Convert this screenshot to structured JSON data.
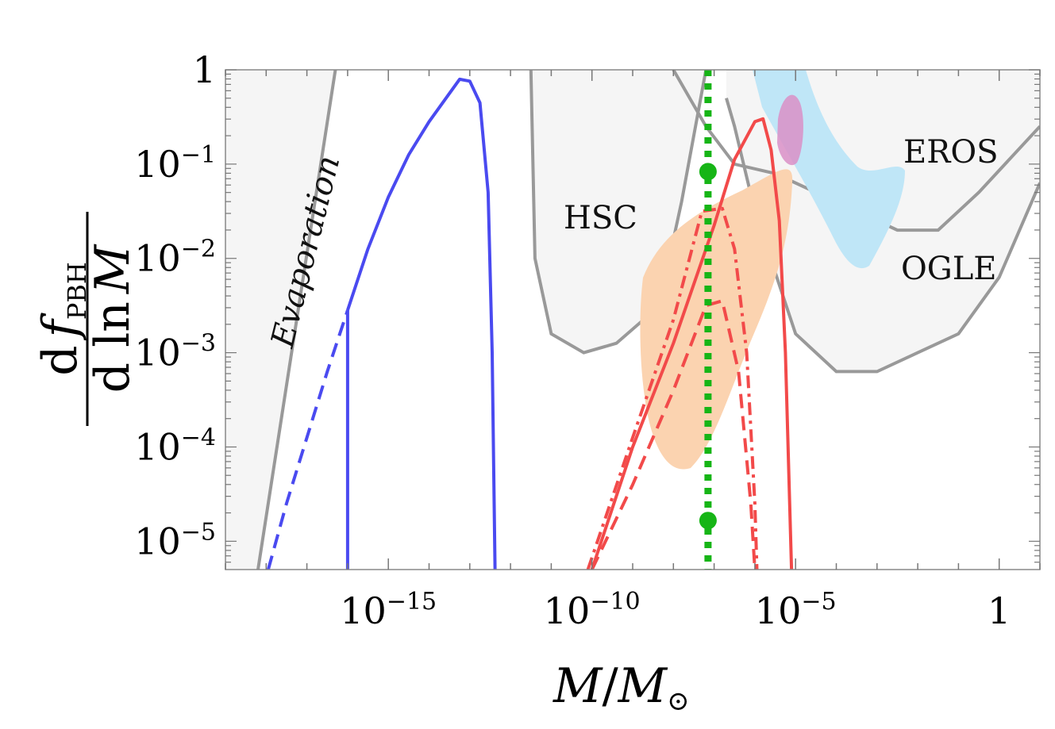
{
  "chart_data": {
    "type": "line",
    "xlabel_parts": {
      "num": "M",
      "slash": "/",
      "den": "M",
      "sub": "⊙"
    },
    "ylabel_parts": {
      "top_d": "d",
      "top_f": "f",
      "top_sub": "PBH",
      "bottom": "d ln",
      "bottom_var": "M"
    },
    "xscale": "log",
    "yscale": "log",
    "xlim_log10": [
      -19,
      1
    ],
    "ylim_log10": [
      -5.3,
      0
    ],
    "x_tick_labels": [
      {
        "log10": -15,
        "base": "10",
        "exp": "−15"
      },
      {
        "log10": -10,
        "base": "10",
        "exp": "−10"
      },
      {
        "log10": -5,
        "base": "10",
        "exp": "−5"
      },
      {
        "log10": 0,
        "base": "1",
        "exp": ""
      }
    ],
    "y_tick_labels": [
      {
        "log10": 0,
        "base": "1",
        "exp": ""
      },
      {
        "log10": -1,
        "base": "10",
        "exp": "−1"
      },
      {
        "log10": -2,
        "base": "10",
        "exp": "−2"
      },
      {
        "log10": -3,
        "base": "10",
        "exp": "−3"
      },
      {
        "log10": -4,
        "base": "10",
        "exp": "−4"
      },
      {
        "log10": -5,
        "base": "10",
        "exp": "−5"
      }
    ],
    "region_labels": {
      "evaporation": "Evaporation",
      "hsc": "HSC",
      "eros": "EROS",
      "ogle": "OGLE"
    },
    "colors": {
      "blue": "#4a4af0",
      "red": "#f24a4a",
      "green": "#16b516",
      "gray_line": "#999999",
      "gray_fill": "#f5f5f5",
      "orange_fill": "#fbd3b0",
      "cyan_fill": "#bfe6f7",
      "pink_fill": "#d98fc7"
    },
    "constraints": {
      "evaporation": {
        "x": [
          -18.2,
          -16.3
        ],
        "y": [
          -5.3,
          0
        ]
      },
      "hsc": {
        "x": [
          -11.5,
          -11.4,
          -11.0,
          -10.2,
          -9.4,
          -8.6,
          -8.2,
          -7.8,
          -7.2
        ],
        "y": [
          0,
          -2.0,
          -2.8,
          -3.0,
          -2.9,
          -2.6,
          -2.2,
          -1.4,
          0
        ]
      },
      "ogle": {
        "x": [
          -6.7,
          -6.5,
          -6.0,
          -5.0,
          -4.0,
          -3.0,
          -2.0,
          -1.0,
          0,
          1.0
        ],
        "y": [
          -0.3,
          -0.6,
          -1.5,
          -2.8,
          -3.2,
          -3.2,
          -3.0,
          -2.8,
          -2.2,
          -1.2
        ]
      },
      "eros": {
        "x": [
          -8.0,
          -7.2,
          -6.5,
          -5.5,
          -4.5,
          -3.5,
          -2.5,
          -1.5,
          -0.5,
          1.0
        ],
        "y": [
          0,
          -0.6,
          -1.0,
          -1.1,
          -1.3,
          -1.5,
          -1.7,
          -1.7,
          -1.3,
          -0.6
        ]
      }
    },
    "series": [
      {
        "style": "solid",
        "color": "blue",
        "x": [
          -16.0,
          -15.5,
          -15.0,
          -14.5,
          -14.0,
          -13.5,
          -13.25,
          -13.0,
          -12.75,
          -12.55,
          -12.45,
          -12.38
        ],
        "y": [
          -2.55,
          -1.9,
          -1.35,
          -0.9,
          -0.55,
          -0.25,
          -0.1,
          -0.12,
          -0.35,
          -1.3,
          -3.0,
          -5.3
        ]
      },
      {
        "style": "dashed",
        "color": "blue",
        "x": [
          -17.95,
          -17.5,
          -17.0,
          -16.5,
          -16.0
        ],
        "y": [
          -5.3,
          -4.6,
          -3.9,
          -3.2,
          -2.55
        ]
      },
      {
        "style": "cutoff",
        "color": "blue",
        "x": [
          -16.0,
          -16.0
        ],
        "y": [
          -2.55,
          -5.3
        ]
      },
      {
        "style": "solid",
        "color": "red",
        "x": [
          -10.0,
          -9.0,
          -8.0,
          -7.0,
          -6.5,
          -6.0,
          -5.8,
          -5.6,
          -5.4,
          -5.25,
          -5.1
        ],
        "y": [
          -5.3,
          -4.0,
          -2.9,
          -1.65,
          -0.95,
          -0.55,
          -0.52,
          -0.85,
          -1.6,
          -3.0,
          -5.3
        ]
      },
      {
        "style": "dashdot",
        "color": "red",
        "x": [
          -10.1,
          -9.0,
          -8.0,
          -7.3,
          -6.8,
          -6.5,
          -6.2,
          -6.0,
          -5.95
        ],
        "y": [
          -5.3,
          -3.9,
          -2.65,
          -1.5,
          -1.47,
          -1.9,
          -3.0,
          -4.6,
          -5.3
        ]
      },
      {
        "style": "dashed",
        "color": "red",
        "x": [
          -10.0,
          -9.0,
          -8.0,
          -7.2,
          -6.8,
          -6.4,
          -6.1,
          -6.0
        ],
        "y": [
          -5.3,
          -4.4,
          -3.4,
          -2.5,
          -2.45,
          -3.2,
          -4.6,
          -5.3
        ]
      },
      {
        "style": "dotted",
        "color": "green",
        "x": [
          -7.15,
          -7.15
        ],
        "y": [
          0,
          -5.3
        ]
      }
    ],
    "points": [
      {
        "color": "green",
        "x": -7.15,
        "y": -1.08
      },
      {
        "color": "green",
        "x": -7.15,
        "y": -4.78
      }
    ]
  }
}
